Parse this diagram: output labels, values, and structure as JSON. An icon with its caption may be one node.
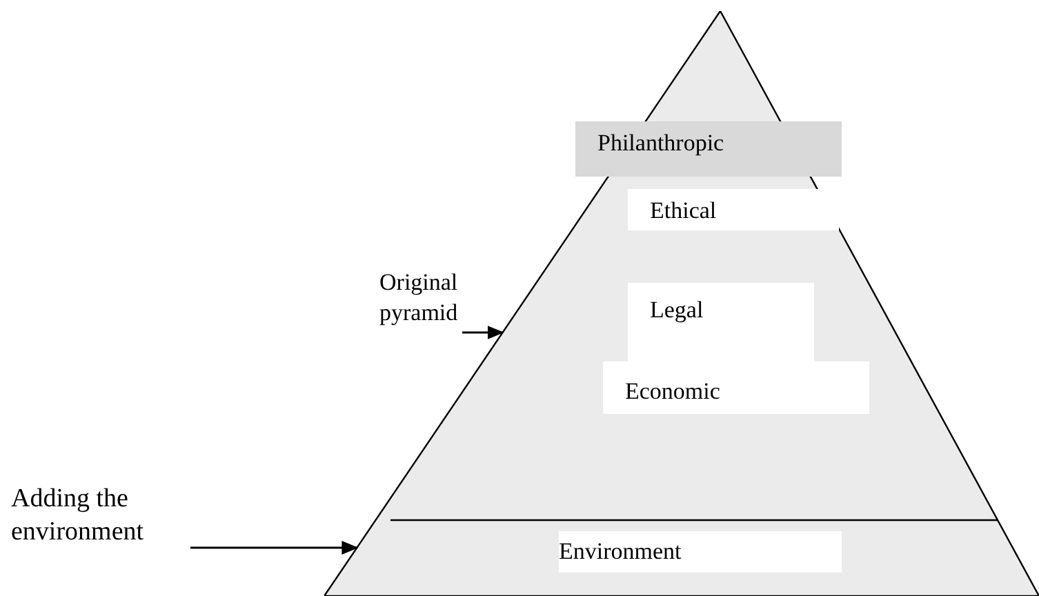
{
  "diagram": {
    "nodes": [
      {
        "text": [],
        "shape": "triangle"
      },
      {
        "text": [
          "Philanthropic"
        ],
        "in": 0
      },
      {
        "text": [
          "Ethical"
        ],
        "in": 0
      },
      {
        "text": [
          "Legal"
        ],
        "in": 0
      },
      {
        "text": [
          "Economic"
        ],
        "in": 0
      },
      {
        "text": [
          "Environment"
        ],
        "in": 0
      },
      {
        "text": [
          "Original pyramid"
        ]
      },
      {
        "text": [
          "Adding the environment"
        ]
      }
    ],
    "edges": [
      {
        "from": 6,
        "to": 0,
        "arrow": "to"
      },
      {
        "from": 7,
        "to": 0,
        "arrow": "to"
      }
    ]
  }
}
